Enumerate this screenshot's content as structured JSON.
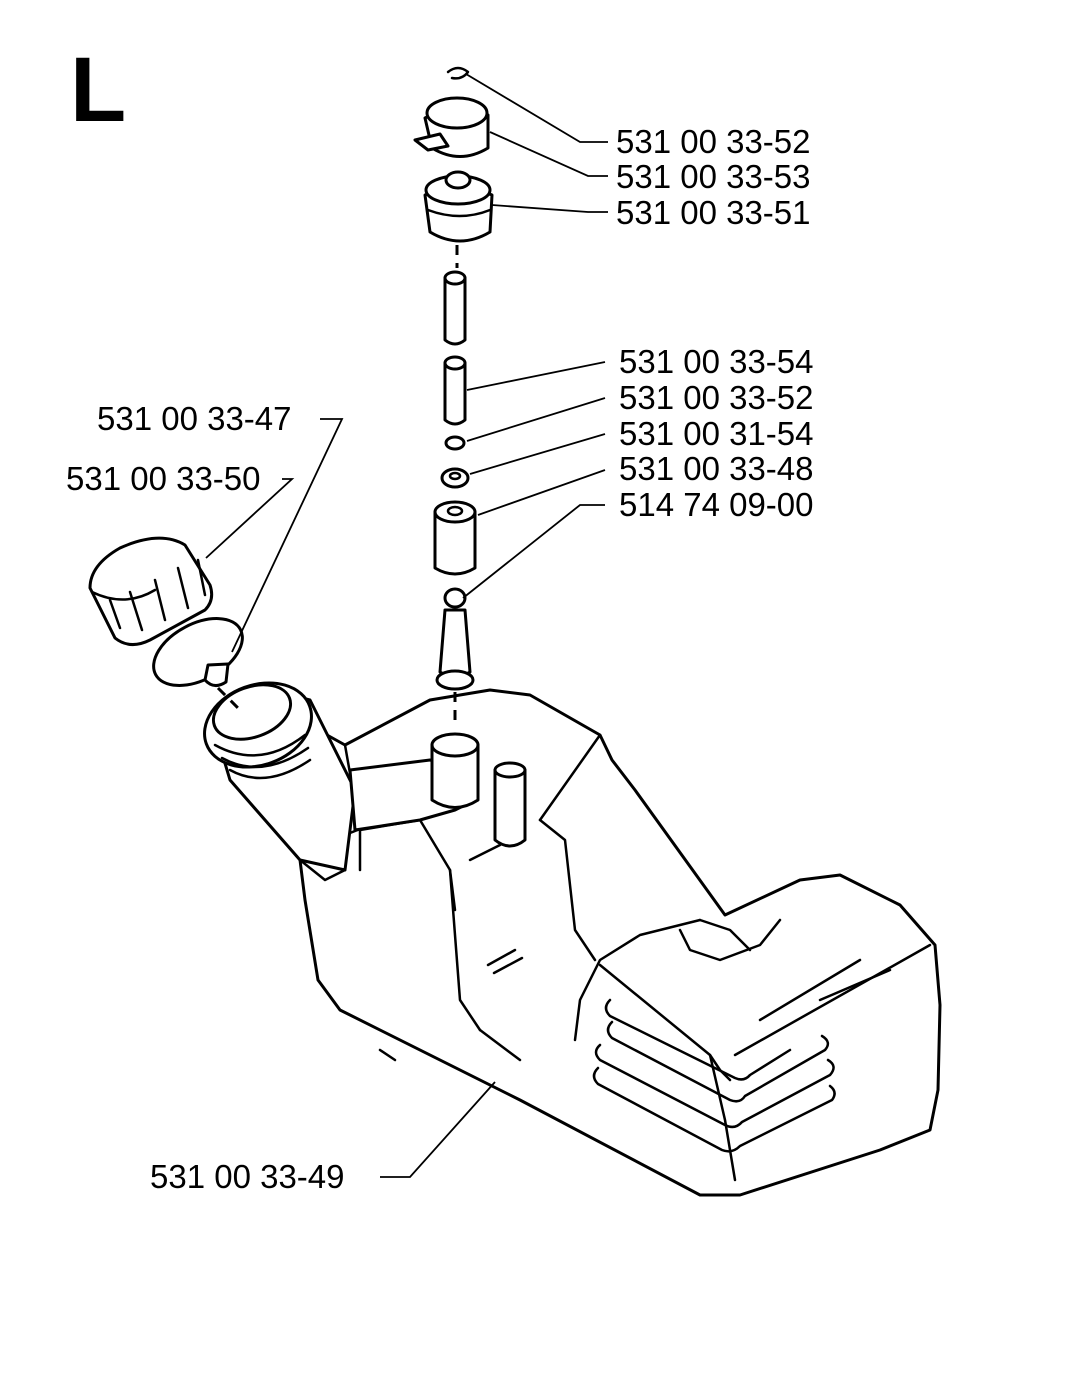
{
  "section": "L",
  "colors": {
    "ink": "#000000",
    "paper": "#ffffff"
  },
  "labels": {
    "p_33_52_top": "531 00 33-52",
    "p_33_53": "531 00 33-53",
    "p_33_51": "531 00 33-51",
    "p_33_54": "531 00 33-54",
    "p_33_52_mid": "531 00 33-52",
    "p_31_54": "531 00 31-54",
    "p_33_48": "531 00 33-48",
    "p_74_09_00": "514 74 09-00",
    "p_33_47": "531 00 33-47",
    "p_33_50": "531 00 33-50",
    "p_33_49": "531 00 33-49"
  }
}
